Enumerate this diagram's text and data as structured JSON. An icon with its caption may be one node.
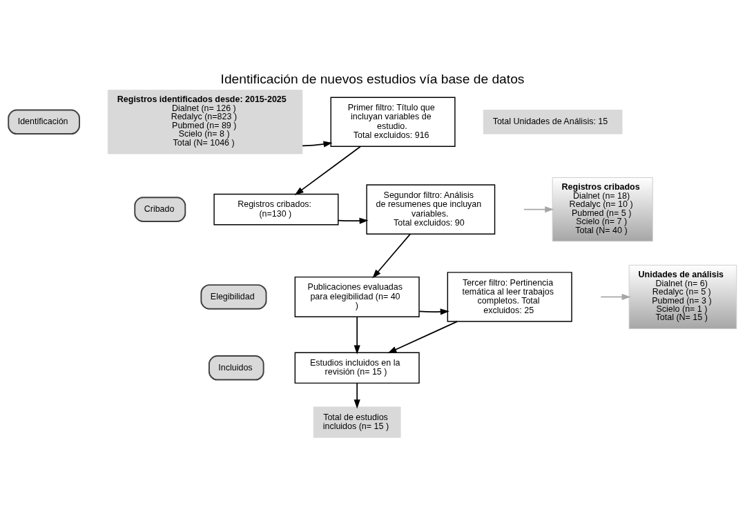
{
  "diagram": {
    "title": "Identificación de nuevos estudios vía base de datos",
    "nodes": [
      {
        "text": [
          "Identificación"
        ]
      },
      {
        "text": [
          "Cribado"
        ]
      },
      {
        "text": [
          "Elegibilidad"
        ]
      },
      {
        "text": [
          "Incluidos"
        ]
      },
      {
        "text": [
          "Registros identificados desde: 2015-2025",
          "Dialnet (n= 126 )",
          "Redalyc (n=823 )",
          "Pubmed (n= 89 )",
          "Scielo (n= 8 )",
          "Total (N= 1046 )"
        ]
      },
      {
        "text": [
          "Primer filtro: Título que incluyan variables de estudio.",
          "Total excluidos: 916"
        ]
      },
      {
        "text": [
          "Total Unidades de Análisis: 15"
        ]
      },
      {
        "text": [
          "Registros cribados: (n=130 )"
        ]
      },
      {
        "text": [
          "Segundor filtro: Análisis de resumenes que incluyan variables.",
          "Total excluidos: 90"
        ]
      },
      {
        "text": [
          "Registros cribados",
          "Dialnet (n= 18)",
          "Redalyc (n= 10 )",
          "Pubmed (n= 5 )",
          "Scielo (n= 7 )",
          "Total (N= 40 )"
        ]
      },
      {
        "text": [
          "Publicaciones evaluadas para elegibilidad (n= 40 )"
        ]
      },
      {
        "text": [
          "Tercer filtro: Pertinencia temática al leer trabajos completos. Total excluidos: 25"
        ]
      },
      {
        "text": [
          "Unidades de análisis",
          "Dialnet (n= 6)",
          "Redalyc (n= 5 )",
          "Pubmed (n= 3 )",
          "Scielo (n= 1 )",
          "Total (N= 15 )"
        ]
      },
      {
        "text": [
          "Estudios incluidos en la revisión (n= 15 )"
        ]
      },
      {
        "text": [
          "Total de estudios incluidos (n= 15 )"
        ]
      }
    ],
    "edges": [
      {
        "from": 4,
        "to": 5,
        "arrow": "to"
      },
      {
        "from": 5,
        "to": 7,
        "arrow": "to"
      },
      {
        "from": 7,
        "to": 8,
        "arrow": "to"
      },
      {
        "from": 8,
        "to": 10,
        "arrow": "to"
      },
      {
        "from": 10,
        "to": 11,
        "arrow": "to"
      },
      {
        "from": 10,
        "to": 13,
        "arrow": "to"
      },
      {
        "from": 11,
        "to": 13,
        "arrow": "to"
      },
      {
        "from": 13,
        "to": 14,
        "arrow": "to"
      },
      {
        "from": null,
        "to": 9,
        "arrow": "to",
        "color": "#a6a6a6"
      },
      {
        "from": null,
        "to": 12,
        "arrow": "to",
        "color": "#a6a6a6"
      }
    ]
  }
}
